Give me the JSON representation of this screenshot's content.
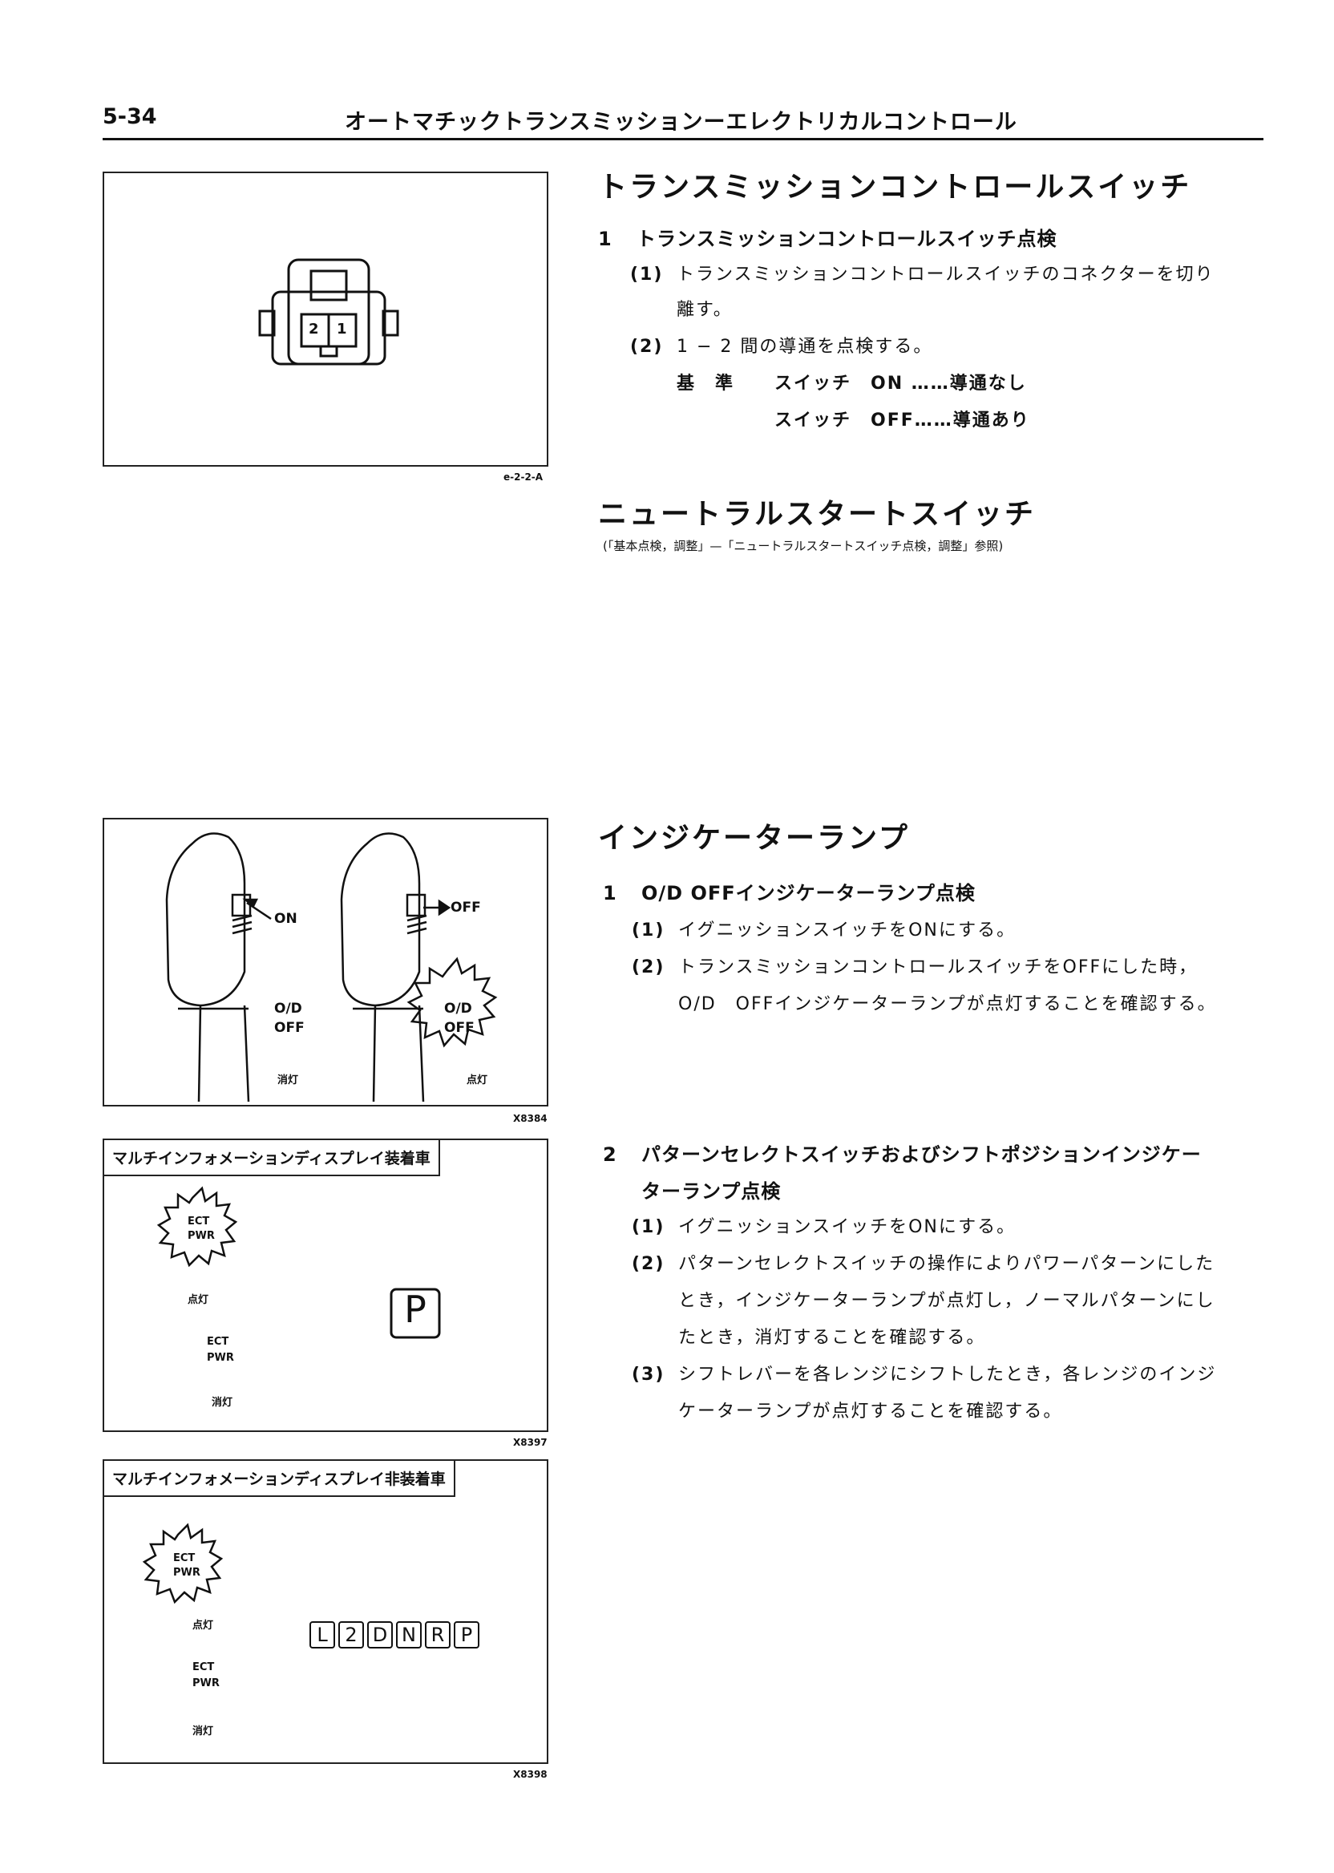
{
  "header": {
    "page_number": "5-34",
    "running_title": "オートマチックトランスミッションーエレクトリカルコントロール"
  },
  "fig1": {
    "code": "e-2-2-A",
    "pin_2": "2",
    "pin_1": "1"
  },
  "section1": {
    "heading": "トランスミッションコントロールスイッチ",
    "step_num": "1",
    "step_title": "トランスミッションコントロールスイッチ点検",
    "item1_num": "(1)",
    "item1_line1": "トランスミッションコントロールスイッチのコネクターを切り",
    "item1_line2": "離す。",
    "item2_num": "(2)",
    "item2_text": "1 − 2 間の導通を点検する。",
    "std_label": "基　準",
    "std_row1": "スイッチ　ON ……導通なし",
    "std_row2": "スイッチ　OFF……導通あり"
  },
  "section2": {
    "heading": "ニュートラルスタートスイッチ",
    "reference": "(「基本点検，調整」—「ニュートラルスタートスイッチ点検，調整」参照)"
  },
  "fig2": {
    "code": "X8384",
    "label_on": "ON",
    "label_off": "OFF",
    "od_left": "O/D",
    "off_left": "OFF",
    "od_right": "O/D",
    "off_right": "OFF",
    "status_left": "消灯",
    "status_right": "点灯"
  },
  "fig3": {
    "code": "X8397",
    "caption": "マルチインフォメーションディスプレイ装着車",
    "ect_on": "ECT",
    "pwr_on": "PWR",
    "status_on": "点灯",
    "ect_off": "ECT",
    "pwr_off": "PWR",
    "status_off": "消灯",
    "indicator": "P"
  },
  "fig4": {
    "code": "X8398",
    "caption": "マルチインフォメーションディスプレイ非装着車",
    "ect_on": "ECT",
    "pwr_on": "PWR",
    "status_on": "点灯",
    "ect_off": "ECT",
    "pwr_off": "PWR",
    "status_off": "消灯",
    "positions": [
      "L",
      "2",
      "D",
      "N",
      "R",
      "P"
    ]
  },
  "section3": {
    "heading": "インジケーターランプ",
    "step1_num": "1",
    "step1_title": "O/D OFFインジケーターランプ点検",
    "s1_item1_num": "(1)",
    "s1_item1": "イグニッションスイッチをONにする。",
    "s1_item2_num": "(2)",
    "s1_item2_line1": "トランスミッションコントロールスイッチをOFFにした時，",
    "s1_item2_line2": "O/D　OFFインジケーターランプが点灯することを確認する。",
    "step2_num": "2",
    "step2_title_line1": "パターンセレクトスイッチおよびシフトポジションインジケー",
    "step2_title_line2": "ターランプ点検",
    "s2_item1_num": "(1)",
    "s2_item1": "イグニッションスイッチをONにする。",
    "s2_item2_num": "(2)",
    "s2_item2_line1": "パターンセレクトスイッチの操作によりパワーパターンにした",
    "s2_item2_line2": "とき，インジケーターランプが点灯し，ノーマルパターンにし",
    "s2_item2_line3": "たとき，消灯することを確認する。",
    "s2_item3_num": "(3)",
    "s2_item3_line1": "シフトレバーを各レンジにシフトしたとき，各レンジのインジ",
    "s2_item3_line2": "ケーターランプが点灯することを確認する。"
  }
}
